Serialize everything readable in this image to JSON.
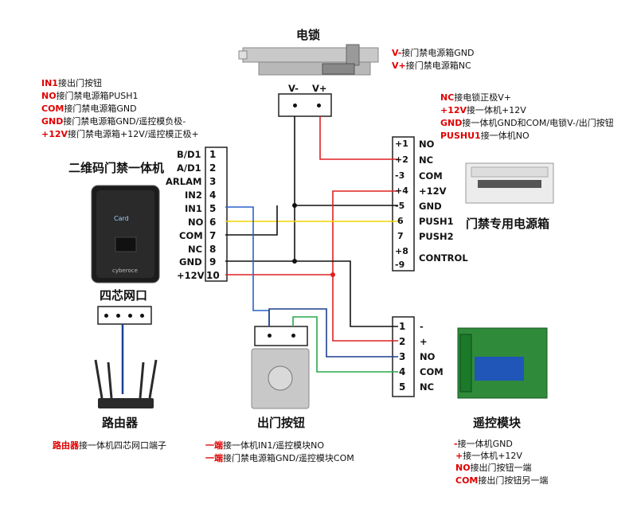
{
  "lock": {
    "title": "电锁",
    "vminus": "V-",
    "vplus": "V+",
    "note_vminus_key": "V-",
    "note_vminus_text": "接门禁电源箱GND",
    "note_vplus_key": "V+",
    "note_vplus_text": "接门禁电源箱NC"
  },
  "left_notes": [
    {
      "key": "IN1",
      "text": "接出门按钮"
    },
    {
      "key": "NO",
      "text": "接门禁电源箱PUSH1"
    },
    {
      "key": "COM",
      "text": "接门禁电源箱GND"
    },
    {
      "key": "GND",
      "text": "接门禁电源箱GND/遥控模负极-"
    },
    {
      "key": "+12V",
      "text": "接门禁电源箱+12V/遥控模正极+"
    }
  ],
  "right_notes": [
    {
      "key": "NC",
      "text": "接电锁正极V+"
    },
    {
      "key": "+12V",
      "text": "接一体机+12V"
    },
    {
      "key": "GND",
      "text": "接一体机GND和COM/电锁V-/出门按钮"
    },
    {
      "key": "PUSHU1",
      "text": "接一体机NO"
    }
  ],
  "reader": {
    "title": "二维码门禁一体机",
    "card_label": "Card",
    "brand": "cyberoce",
    "terminals": [
      {
        "num": "1",
        "label": "B/D1"
      },
      {
        "num": "2",
        "label": "A/D1"
      },
      {
        "num": "3",
        "label": "ARLAM"
      },
      {
        "num": "4",
        "label": "IN2"
      },
      {
        "num": "5",
        "label": "IN1"
      },
      {
        "num": "6",
        "label": "NO"
      },
      {
        "num": "7",
        "label": "COM"
      },
      {
        "num": "8",
        "label": "NC"
      },
      {
        "num": "9",
        "label": "GND"
      },
      {
        "num": "10",
        "label": "+12V"
      }
    ]
  },
  "network": {
    "title": "四芯网口"
  },
  "router": {
    "title": "路由器",
    "note_key": "路由器",
    "note_text": "接一体机四芯网口端子"
  },
  "psu": {
    "title": "门禁专用电源箱",
    "terminals": [
      {
        "num": "+1",
        "label": "NO"
      },
      {
        "num": "+2",
        "label": "NC"
      },
      {
        "num": "-3",
        "label": "COM"
      },
      {
        "num": "+4",
        "label": "+12V"
      },
      {
        "num": "-5",
        "label": "GND"
      },
      {
        "num": "6",
        "label": "PUSH1"
      },
      {
        "num": "7",
        "label": "PUSH2"
      },
      {
        "num": "+8",
        "label": ""
      },
      {
        "num": "-9",
        "label": "CONTROL"
      }
    ]
  },
  "button": {
    "title": "出门按钮",
    "notes": [
      {
        "key": "一端",
        "text": "接一体机IN1/遥控模块NO"
      },
      {
        "key": "一端",
        "text": "接门禁电源箱GND/遥控模块COM"
      }
    ]
  },
  "remote": {
    "title": "遥控模块",
    "terminals": [
      {
        "num": "1",
        "label": "-"
      },
      {
        "num": "2",
        "label": "+"
      },
      {
        "num": "3",
        "label": "NO"
      },
      {
        "num": "4",
        "label": "COM"
      },
      {
        "num": "5",
        "label": "NC"
      }
    ],
    "notes": [
      {
        "key": "-",
        "text": "接一体机GND"
      },
      {
        "key": "+",
        "text": "接一体机+12V"
      },
      {
        "key": "NO",
        "text": "接出门按钮一端"
      },
      {
        "key": "COM",
        "text": "接出门按钮另一端"
      }
    ]
  },
  "colors": {
    "wire_red": "#e02020",
    "wire_black": "#111111",
    "wire_yellow": "#f2d400",
    "wire_blue": "#2a62c8",
    "wire_green": "#2aa84a",
    "wire_navy": "#1d3f8f"
  }
}
